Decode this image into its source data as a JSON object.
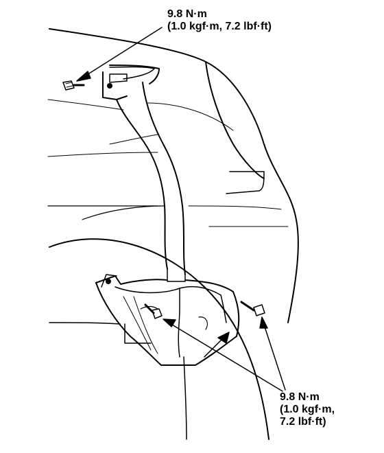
{
  "callouts": {
    "top": {
      "torque": "9.8 N·m",
      "alt_units": "(1.0 kgf·m, 7.2 lbf·ft)"
    },
    "bottom": {
      "torque": "9.8 N·m",
      "alt_units_line1": "(1.0 kgf·m,",
      "alt_units_line2": "7.2 lbf·ft)"
    }
  },
  "colors": {
    "ink": "#000000",
    "paper": "#ffffff"
  }
}
